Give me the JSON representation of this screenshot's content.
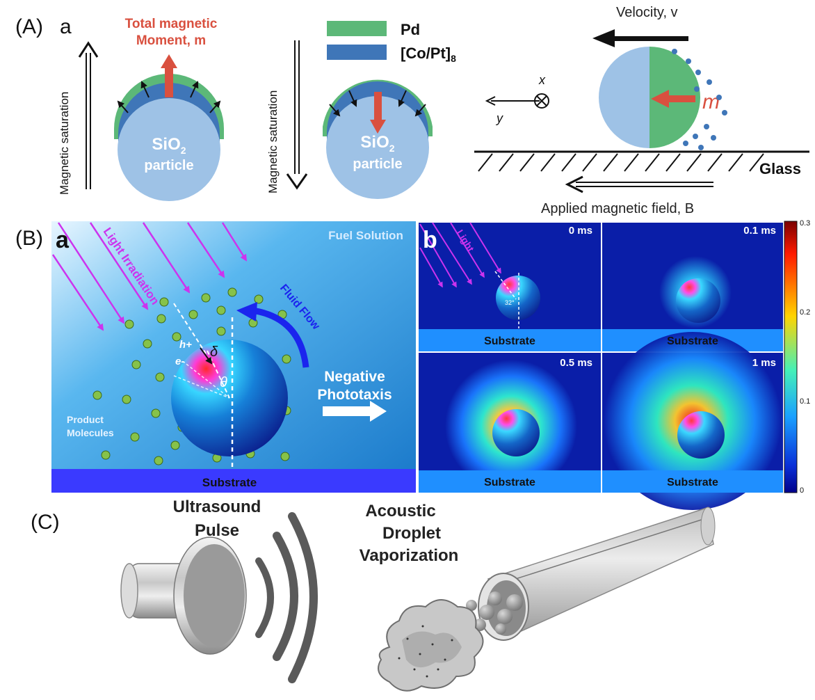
{
  "panelA": {
    "label": "(A)",
    "sub": "a",
    "magnetic_saturation": "Magnetic saturation",
    "total_moment_line1": "Total magnetic",
    "total_moment_line2": "Moment, m",
    "particle_main": "SiO",
    "particle_sub": "2",
    "particle_word": "particle",
    "legend_pd": "Pd",
    "legend_copt": "[Co/Pt]",
    "legend_copt_sub": "8",
    "velocity": "Velocity, v",
    "axis_x": "x",
    "axis_y": "y",
    "moment_m": "m",
    "glass": "Glass",
    "field": "Applied magnetic field, B",
    "colors": {
      "pd": "#5cb878",
      "copt": "#3f76b8",
      "silica": "#9ec2e6",
      "moment": "#d9503f"
    }
  },
  "panelB": {
    "label": "(B)",
    "sub_a": "a",
    "sub_b": "b",
    "fuel": "Fuel Solution",
    "light_irr": "Light Irradiation",
    "fluid_flow": "Fluid Flow",
    "neg1": "Negative",
    "neg2": "Phototaxis",
    "product1": "Product",
    "product2": "Molecules",
    "substrate": "Substrate",
    "hole": "h+",
    "electron": "e-",
    "delta": "δ",
    "theta": "θ",
    "light": "Light",
    "angle_label": "32°",
    "times": [
      "0 ms",
      "0.1 ms",
      "0.5 ms",
      "1 ms"
    ],
    "colorbar_ticks": [
      "0.3",
      "0.2",
      "0.1",
      "0"
    ],
    "colors": {
      "light_ray": "#cc33ee",
      "substrate_a": "#3a3aff",
      "substrate_b": "#1f8fff",
      "field_bg": "#0a1ea8"
    }
  },
  "panelC": {
    "label": "(C)",
    "ultrasound1": "Ultrasound",
    "ultrasound2": "Pulse",
    "adv1": "Acoustic",
    "adv2": "Droplet",
    "adv3": "Vaporization"
  }
}
